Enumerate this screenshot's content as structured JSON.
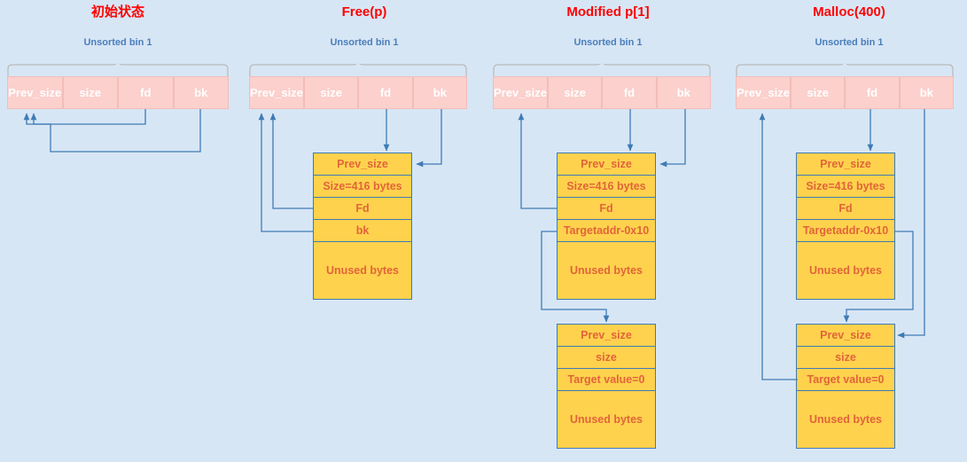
{
  "page": {
    "background_color": "#d7e6f5",
    "title_color": "#ff0000",
    "bin_label_color": "#4a7ebb",
    "bin_cell_color": "#fbd0cd",
    "chunk_fill_color": "#ffd24d",
    "chunk_text_color": "#e1643a",
    "arrow_color": "#3f7bb5"
  },
  "columns": [
    {
      "id": "initial-state",
      "title": "初始状态",
      "bin_label": "Unsorted bin 1",
      "bin_cells": [
        "Prev_size",
        "size",
        "fd",
        "bk"
      ],
      "chunks": []
    },
    {
      "id": "free-p",
      "title": "Free(p)",
      "bin_label": "Unsorted bin 1",
      "bin_cells": [
        "Prev_size",
        "size",
        "fd",
        "bk"
      ],
      "chunks": [
        {
          "id": "free-chunk",
          "cells": [
            "Prev_size",
            "Size=416 bytes",
            "Fd",
            "bk",
            "Unused bytes"
          ]
        }
      ]
    },
    {
      "id": "modified-p1",
      "title": "Modified p[1]",
      "bin_label": "Unsorted bin 1",
      "bin_cells": [
        "Prev_size",
        "size",
        "fd",
        "bk"
      ],
      "chunks": [
        {
          "id": "modified-chunk",
          "cells": [
            "Prev_size",
            "Size=416 bytes",
            "Fd",
            "Targetaddr-0x10",
            "Unused bytes"
          ]
        },
        {
          "id": "target-chunk",
          "cells": [
            "Prev_size",
            "size",
            "Target value=0",
            "Unused bytes"
          ]
        }
      ]
    },
    {
      "id": "malloc-400",
      "title": "Malloc(400)",
      "bin_label": "Unsorted bin 1",
      "bin_cells": [
        "Prev_size",
        "size",
        "fd",
        "bk"
      ],
      "chunks": [
        {
          "id": "malloc-chunk",
          "cells": [
            "Prev_size",
            "Size=416 bytes",
            "Fd",
            "Targetaddr-0x10",
            "Unused bytes"
          ]
        },
        {
          "id": "malloc-target-chunk",
          "cells": [
            "Prev_size",
            "size",
            "Target value=0",
            "Unused bytes"
          ]
        }
      ]
    }
  ]
}
